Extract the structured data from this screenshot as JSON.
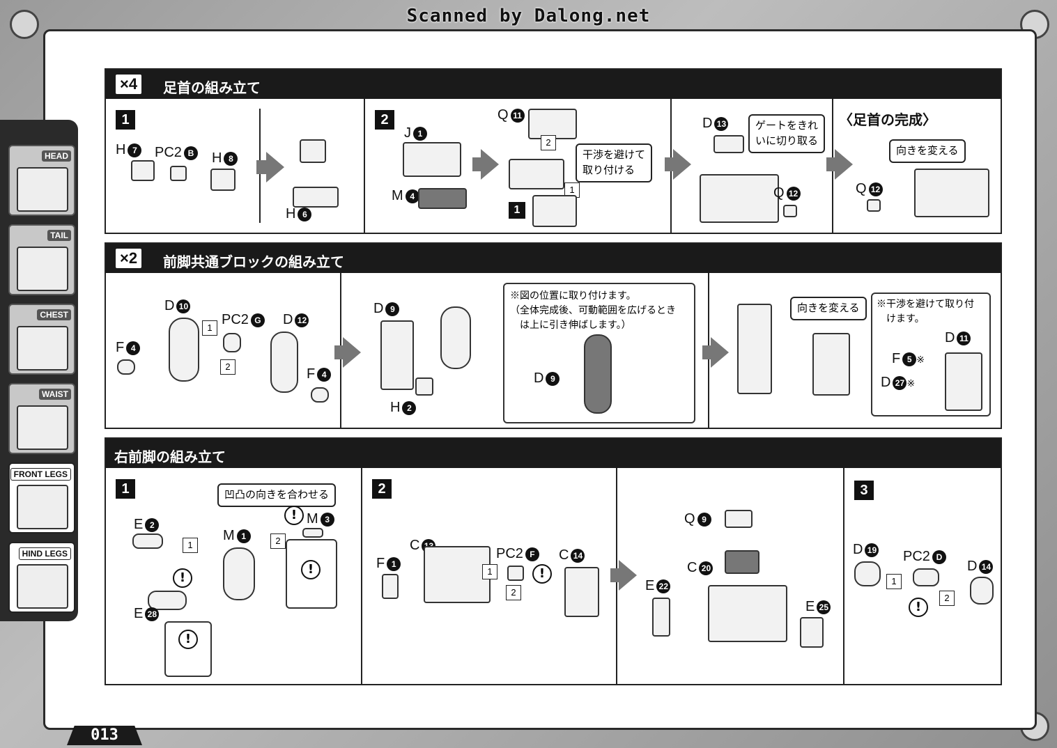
{
  "scan_credit": "Scanned by Dalong.net",
  "page_number": "013",
  "sidebar": {
    "tabs": [
      {
        "label": "HEAD",
        "active": false
      },
      {
        "label": "TAIL",
        "active": false
      },
      {
        "label": "CHEST",
        "active": false
      },
      {
        "label": "WAIST",
        "active": false
      },
      {
        "label": "FRONT LEGS",
        "active": true
      },
      {
        "label": "HIND LEGS",
        "active": false
      }
    ]
  },
  "sections": {
    "ankle": {
      "multiplier": "×4",
      "title": "足首の組み立て",
      "step1": {
        "num": "1",
        "h7": "H",
        "h7n": "7",
        "pc2": "PC2",
        "pc2n": "B",
        "h8": "H",
        "h8n": "8",
        "h6": "H",
        "h6n": "6"
      },
      "step2": {
        "num": "2",
        "j": "J",
        "jn": "1",
        "m": "M",
        "mn": "4",
        "q": "Q",
        "qn": "11",
        "callout": "干渉を避けて\n取り付ける",
        "sub_num": "1",
        "s1": "1",
        "s2": "2"
      },
      "step3": {
        "d": "D",
        "dn": "13",
        "callout": "ゲートをきれ\nいに切り取る",
        "q": "Q",
        "qn": "12"
      },
      "step4": {
        "title": "〈足首の完成〉",
        "callout": "向きを変える",
        "q": "Q",
        "qn": "12"
      }
    },
    "front_block": {
      "multiplier": "×2",
      "title": "前脚共通ブロックの組み立て",
      "p1": {
        "d10": "D",
        "d10n": "10",
        "pc2": "PC2",
        "pc2n": "G",
        "d12": "D",
        "d12n": "12",
        "f4a": "F",
        "f4an": "4",
        "f4b": "F",
        "f4bn": "4",
        "s1": "1",
        "s2": "2"
      },
      "p2": {
        "d9": "D",
        "d9n": "9",
        "h2": "H",
        "h2n": "2",
        "note": "※図の位置に取り付けます。\n（全体完成後、可動範囲を広げるとき\n　は上に引き伸ばします。）",
        "d9b": "D",
        "d9bn": "9"
      },
      "p3": {
        "callout": "向きを変える",
        "note": "※干渉を避けて取り付\n　けます。",
        "d11": "D",
        "d11n": "11",
        "f5": "F",
        "f5n": "5",
        "d27": "D",
        "d27n": "27",
        "mark": "※"
      }
    },
    "right_front": {
      "title": "右前脚の組み立て",
      "step1": {
        "num": "1",
        "callout": "凹凸の向きを合わせる",
        "e2": "E",
        "e2n": "2",
        "m1": "M",
        "m1n": "1",
        "m3": "M",
        "m3n": "3",
        "e28": "E",
        "e28n": "28",
        "s1": "1",
        "s2": "2",
        "warn": "!"
      },
      "step2": {
        "num": "2",
        "f1": "F",
        "f1n": "1",
        "c13": "C",
        "c13n": "13",
        "pc2": "PC2",
        "pc2n": "F",
        "c14": "C",
        "c14n": "14",
        "s1": "1",
        "s2": "2",
        "warn": "!"
      },
      "step2b": {
        "q9": "Q",
        "q9n": "9",
        "c20": "C",
        "c20n": "20",
        "e22": "E",
        "e22n": "22",
        "e25": "E",
        "e25n": "25"
      },
      "step3": {
        "num": "3",
        "d19": "D",
        "d19n": "19",
        "pc2": "PC2",
        "pc2n": "D",
        "d14": "D",
        "d14n": "14",
        "s1": "1",
        "s2": "2",
        "warn": "!"
      }
    }
  }
}
